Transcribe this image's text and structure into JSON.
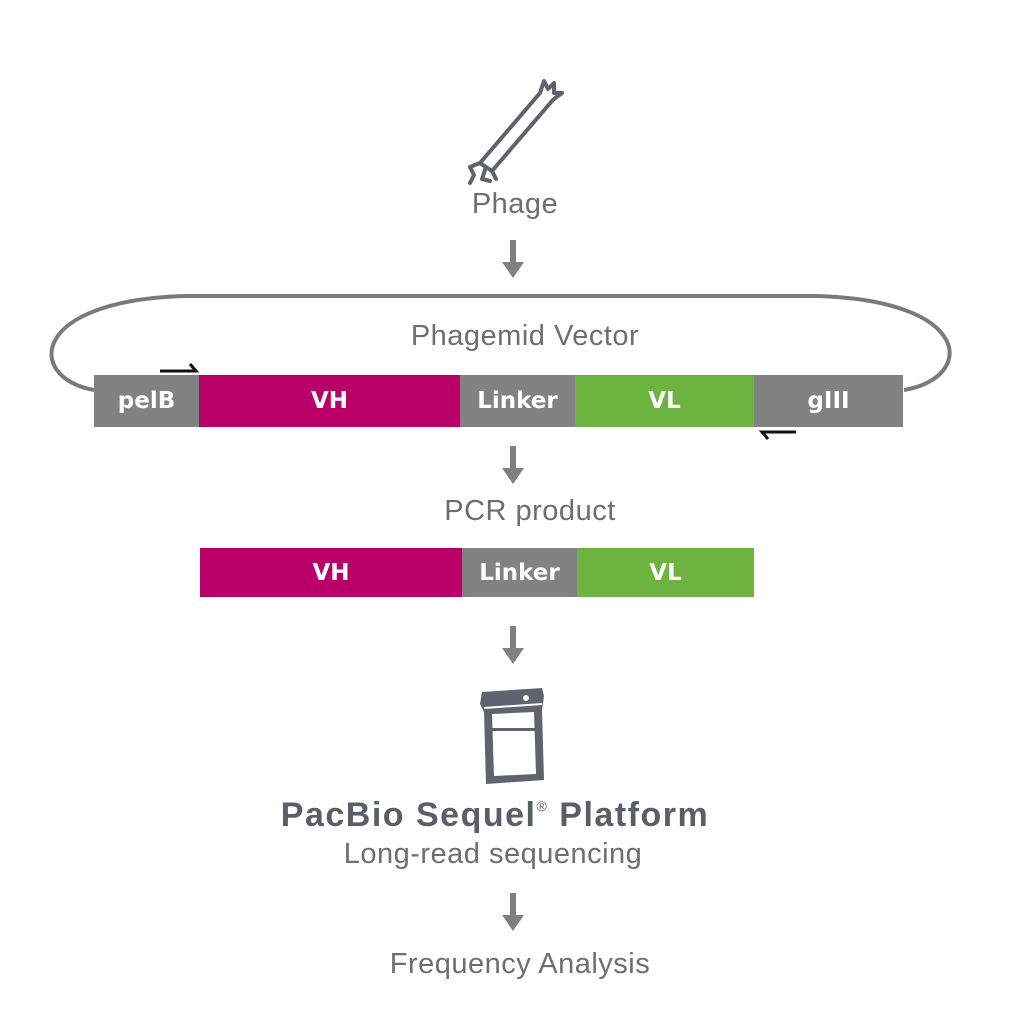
{
  "phage": {
    "label": "Phage"
  },
  "vector": {
    "label": "Phagemid Vector",
    "segments": [
      "pelB",
      "VH",
      "Linker",
      "VL",
      "gIII"
    ]
  },
  "pcr": {
    "label": "PCR product",
    "segments": [
      "VH",
      "Linker",
      "VL"
    ]
  },
  "platform": {
    "name": "PacBio Sequel",
    "reg": "®",
    "name_suffix": "Platform",
    "subtitle": "Long-read sequencing"
  },
  "final": {
    "label": "Frequency Analysis"
  },
  "colors": {
    "gray": "#828282",
    "magenta": "#b90068",
    "green": "#6db33f",
    "text": "#6d6e71",
    "arrow": "#808080"
  },
  "icons": [
    "phage-icon",
    "down-arrow-icon",
    "forward-primer-icon",
    "reverse-primer-icon",
    "sequencer-icon"
  ]
}
